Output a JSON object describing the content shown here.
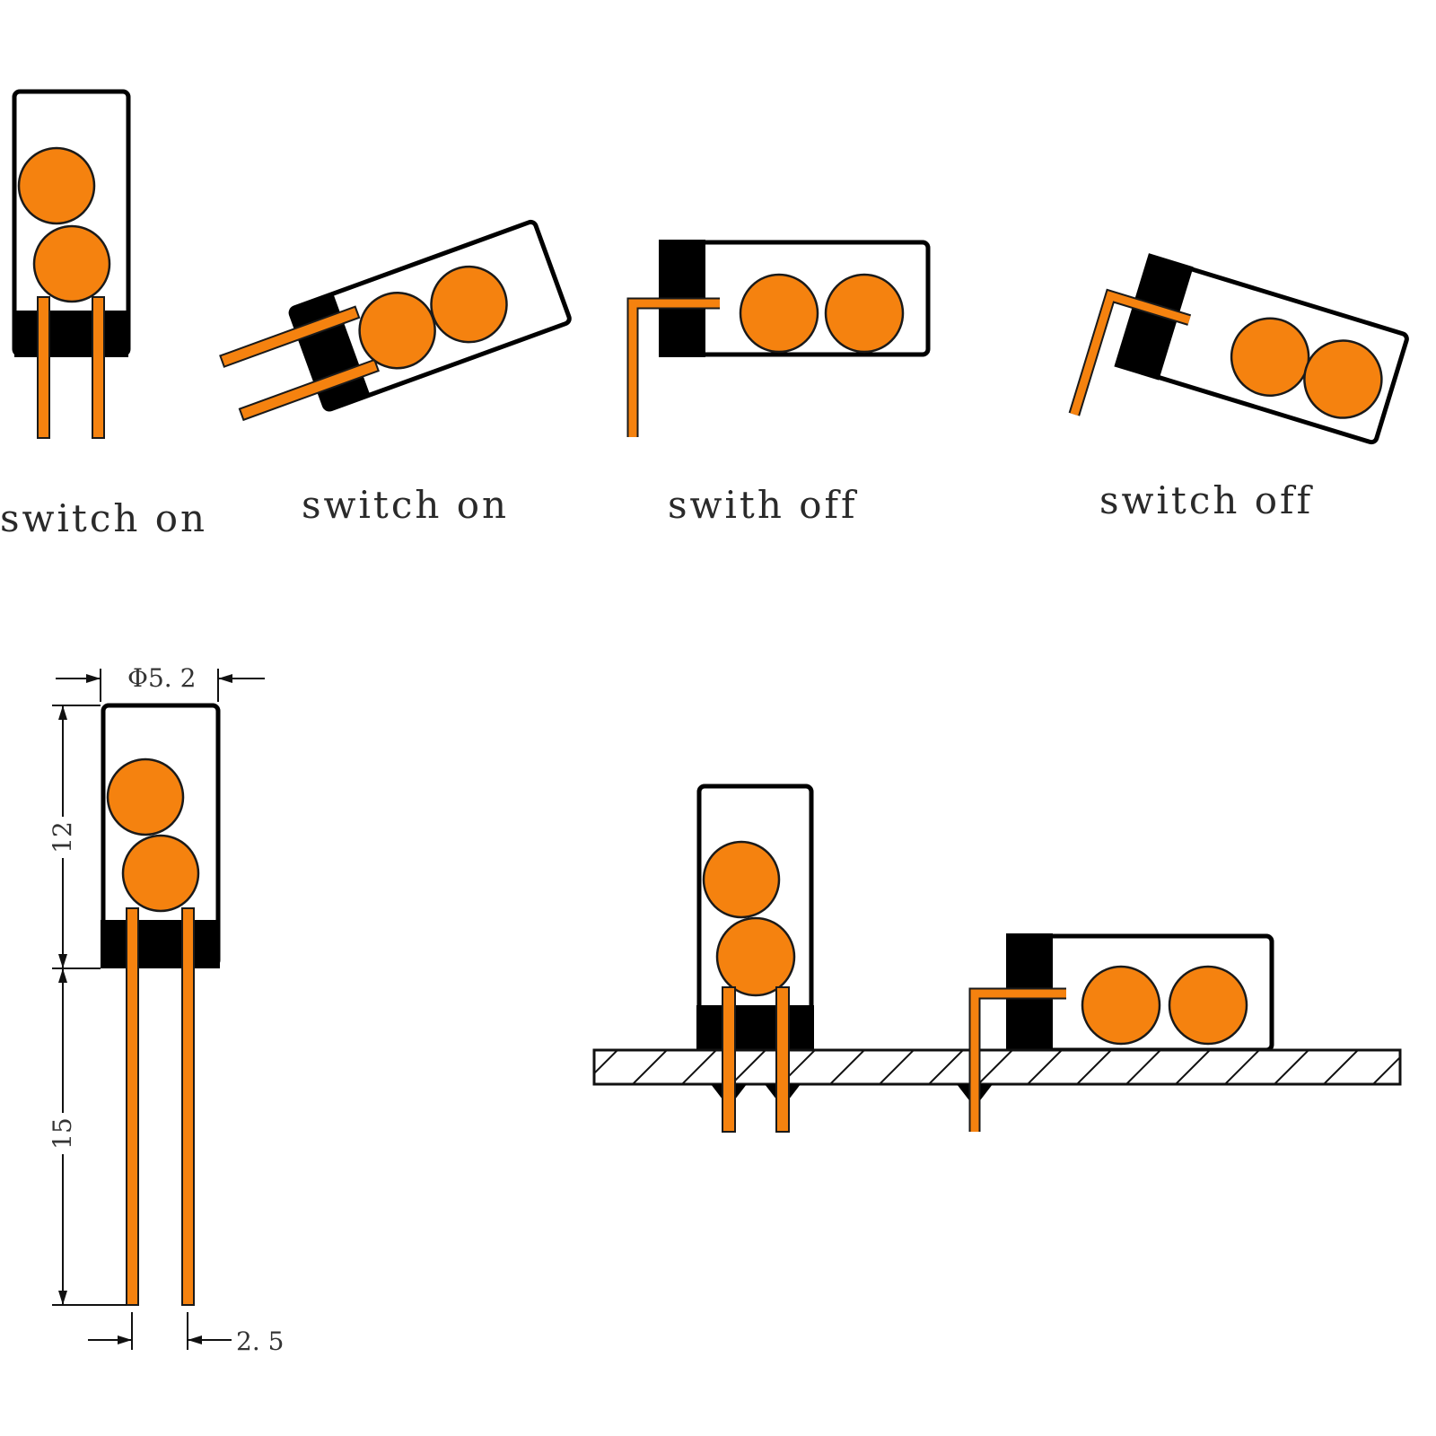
{
  "captions": [
    "switch on",
    "switch on",
    "swith off",
    "switch off"
  ],
  "dimensions": {
    "diameter": "Φ5. 2",
    "body_length": "12",
    "lead_length": "15",
    "lead_pitch": "2. 5"
  },
  "colors": {
    "ball": "#f5820f",
    "lead": "#f5820f",
    "body_outline": "#000000",
    "base": "#000000"
  }
}
